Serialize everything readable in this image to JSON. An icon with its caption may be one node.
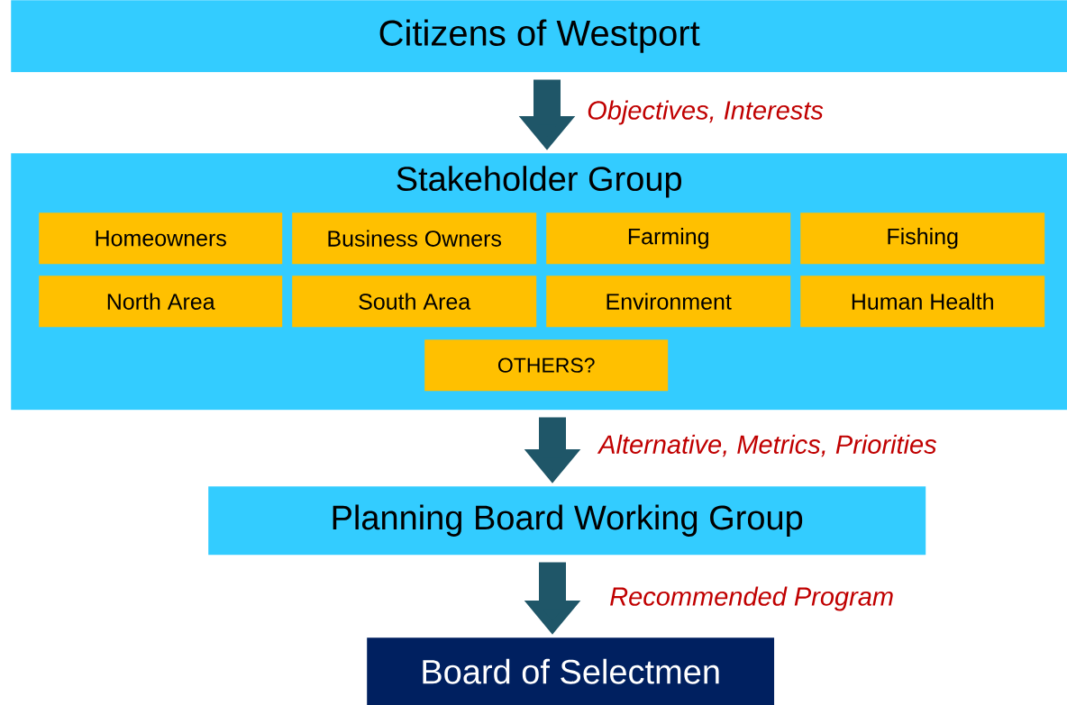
{
  "diagram": {
    "nodes": [
      {
        "text": [
          "Citizens of Westport"
        ]
      },
      {
        "text": [
          "Stakeholder Group"
        ]
      },
      {
        "text": [
          "Homeowners"
        ],
        "in": 1
      },
      {
        "text": [
          "Business Owners"
        ],
        "in": 1
      },
      {
        "text": [
          "Farming"
        ],
        "in": 1
      },
      {
        "text": [
          "Fishing"
        ],
        "in": 1
      },
      {
        "text": [
          "North Area"
        ],
        "in": 1
      },
      {
        "text": [
          "South Area"
        ],
        "in": 1
      },
      {
        "text": [
          "Environment"
        ],
        "in": 1
      },
      {
        "text": [
          "Human Health"
        ],
        "in": 1
      },
      {
        "text": [
          "OTHERS?"
        ],
        "in": 1
      },
      {
        "text": [
          "Planning Board Working Group"
        ]
      },
      {
        "text": [
          "Board of Selectmen"
        ]
      }
    ],
    "edges": [
      {
        "from": 0,
        "to": 1,
        "arrow": "to",
        "label": "Objectives, Interests"
      },
      {
        "from": 1,
        "to": 11,
        "arrow": "to",
        "label": "Alternative, Metrics, Priorities"
      },
      {
        "from": 11,
        "to": 12,
        "arrow": "to",
        "label": "Recommended Program"
      }
    ]
  }
}
